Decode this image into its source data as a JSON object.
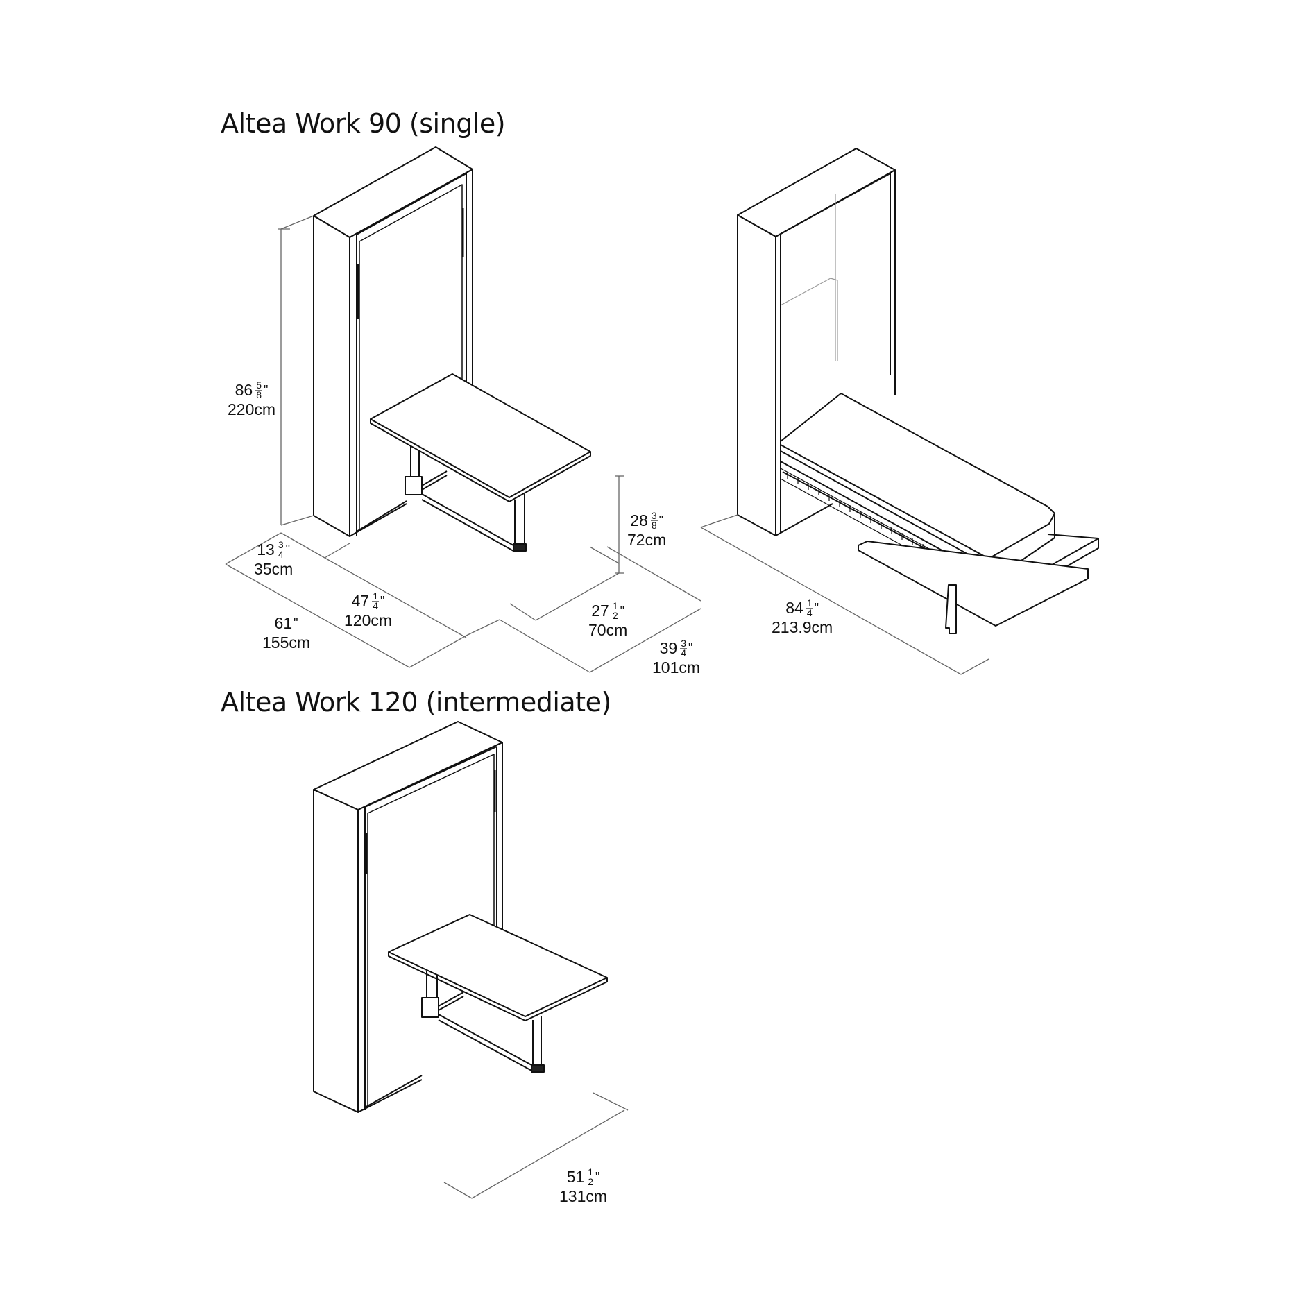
{
  "figure_1": {
    "title": "Altea Work 90 (single)",
    "dimensions": {
      "height": {
        "whole": "86",
        "num": "5",
        "den": "8",
        "unit": "\"",
        "metric": "220cm"
      },
      "depth": {
        "whole": "13",
        "num": "3",
        "den": "4",
        "unit": "\"",
        "metric": "35cm"
      },
      "width_cabinet": {
        "whole": "47",
        "num": "1",
        "den": "4",
        "unit": "\"",
        "metric": "120cm"
      },
      "width_total": {
        "whole": "61",
        "num": "",
        "den": "",
        "unit": "\"",
        "metric": "155cm"
      },
      "desk_height": {
        "whole": "28",
        "num": "3",
        "den": "8",
        "unit": "\"",
        "metric": "72cm"
      },
      "desk_depth": {
        "whole": "27",
        "num": "1",
        "den": "2",
        "unit": "\"",
        "metric": "70cm"
      },
      "total_depth_desk": {
        "whole": "39",
        "num": "3",
        "den": "4",
        "unit": "\"",
        "metric": "101cm"
      },
      "bed_open_depth": {
        "whole": "84",
        "num": "1",
        "den": "4",
        "unit": "\"",
        "metric": "213.9cm"
      }
    },
    "views": [
      "cabinet-with-desk",
      "cabinet-with-bed-open"
    ]
  },
  "figure_2": {
    "title": "Altea Work 120 (intermediate)",
    "dimensions": {
      "desk_width": {
        "whole": "51",
        "num": "1",
        "den": "2",
        "unit": "\"",
        "metric": "131cm"
      }
    },
    "views": [
      "cabinet-with-desk"
    ]
  },
  "colors": {
    "line": "#111111",
    "dimension_line": "#666666",
    "background": "#ffffff"
  }
}
